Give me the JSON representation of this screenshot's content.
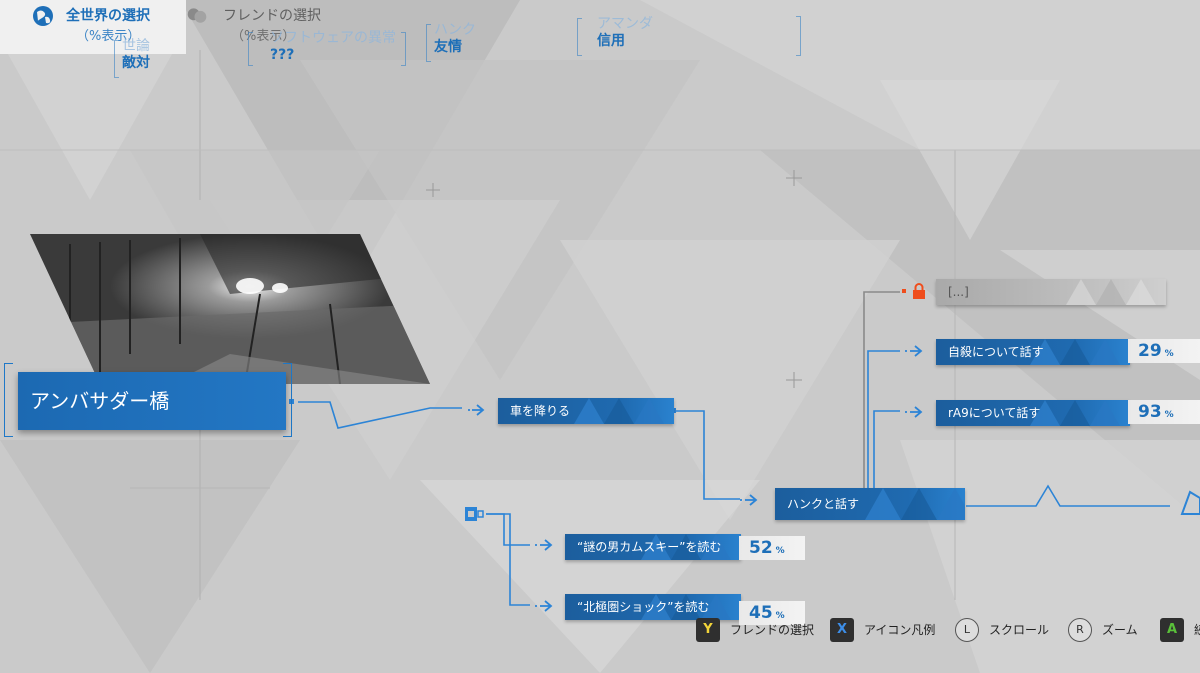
{
  "tabs": {
    "world": {
      "title": "全世界の選択",
      "sub": "（%表示）"
    },
    "friend": {
      "title": "フレンドの選択",
      "sub": "（%表示）"
    }
  },
  "stats": [
    {
      "label": "世論",
      "value": "敵対"
    },
    {
      "label": "ソフトウェアの異常",
      "value": "???"
    },
    {
      "label": "ハンク",
      "value": "友情"
    },
    {
      "label": "アマンダ",
      "value": "信用"
    }
  ],
  "scene": {
    "title": "アンバサダー橋"
  },
  "nodes": {
    "get_out": "車を降りる",
    "talk_hank": "ハンクと話す",
    "locked": "[...]",
    "suicide": "自殺について話す",
    "ra9": "rA9について話す",
    "kamski": "“謎の男カムスキー”を読む",
    "arctic": "“北極圏ショック”を読む"
  },
  "percents": {
    "suicide": "29",
    "ra9": "93",
    "kamski": "52",
    "arctic": "45",
    "unit": "%"
  },
  "controls": [
    {
      "key": "Y",
      "label": "フレンドの選択",
      "color": "#f2d43a"
    },
    {
      "key": "X",
      "label": "アイコン凡例",
      "color": "#3d8ee8"
    },
    {
      "key": "L",
      "label": "スクロール"
    },
    {
      "key": "R",
      "label": "ズーム"
    },
    {
      "key": "A",
      "label": "続",
      "color": "#5ac03a"
    }
  ],
  "icons": {
    "world": "globe-icon",
    "friend": "friends-icon",
    "lock": "lock-icon",
    "magazine": "magazine-icon"
  },
  "colors": {
    "accent": "#1e6fb8",
    "lock": "#ef4d1c",
    "line": "#2c84d6"
  }
}
